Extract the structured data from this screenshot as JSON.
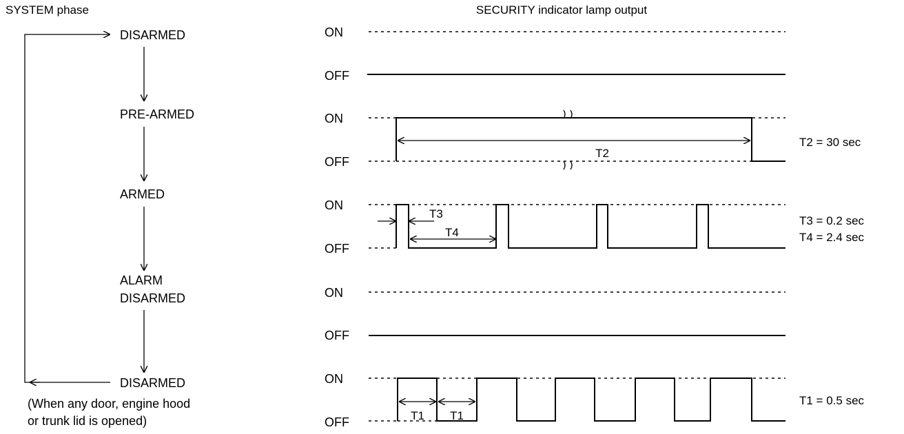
{
  "titles": {
    "left": "SYSTEM phase",
    "right": "SECURITY indicator lamp output"
  },
  "phases": {
    "disarmed_top": "DISARMED",
    "pre_armed": "PRE-ARMED",
    "armed": "ARMED",
    "alarm_line1": "ALARM",
    "alarm_line2": "DISARMED",
    "disarmed_bottom": "DISARMED"
  },
  "note": {
    "line1": "(When any door, engine hood",
    "line2": "or trunk lid is opened)"
  },
  "levels": {
    "on": "ON",
    "off": "OFF"
  },
  "dimensions": {
    "t1": "T1",
    "t2": "T2",
    "t3": "T3",
    "t4": "T4"
  },
  "timing": {
    "t2": "T2 = 30 sec",
    "t3": "T3 = 0.2 sec",
    "t4": "T4 = 2.4 sec",
    "t1": "T1 = 0.5 sec"
  },
  "colors": {
    "ink": "#000000",
    "background": "#ffffff"
  }
}
